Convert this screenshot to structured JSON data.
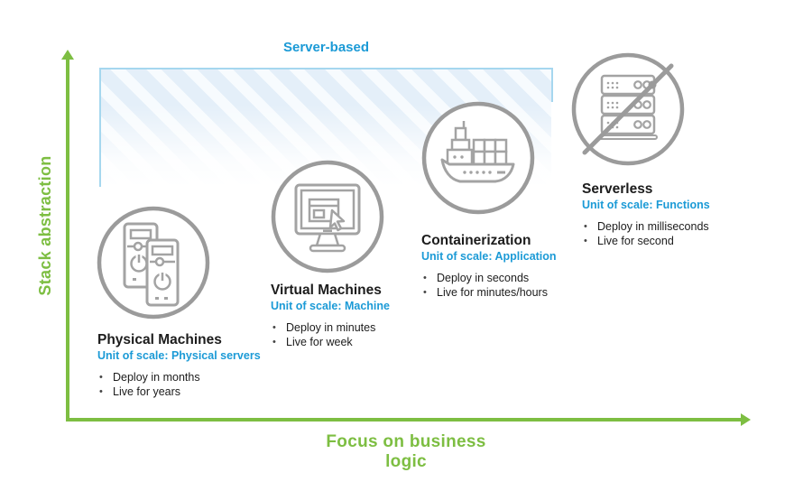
{
  "axes": {
    "y_label": "Stack abstraction",
    "x_label": "Focus on business logic"
  },
  "zone": {
    "label": "Server-based"
  },
  "stages": [
    {
      "title": "Physical Machines",
      "unit": "Unit of scale: Physical servers",
      "bullets": [
        "Deploy in months",
        "Live for years"
      ],
      "icon": "tower-computers-icon"
    },
    {
      "title": "Virtual Machines",
      "unit": "Unit of scale: Machine",
      "bullets": [
        "Deploy in minutes",
        "Live for week"
      ],
      "icon": "monitor-window-cursor-icon"
    },
    {
      "title": "Containerization",
      "unit": "Unit of scale: Application",
      "bullets": [
        "Deploy in seconds",
        "Live for minutes/hours"
      ],
      "icon": "container-ship-icon"
    },
    {
      "title": "Serverless",
      "unit": "Unit of scale: Functions",
      "bullets": [
        "Deploy in milliseconds",
        "Live for second"
      ],
      "icon": "no-server-rack-icon"
    }
  ],
  "colors": {
    "axis_green": "#7DBE42",
    "accent_blue": "#1B9AD6",
    "zone_border_blue": "#A6D7EF",
    "zone_fill_blue": "#E4EFF9",
    "icon_gray": "#9B9B9B",
    "text_dark": "#1C1C1C"
  }
}
